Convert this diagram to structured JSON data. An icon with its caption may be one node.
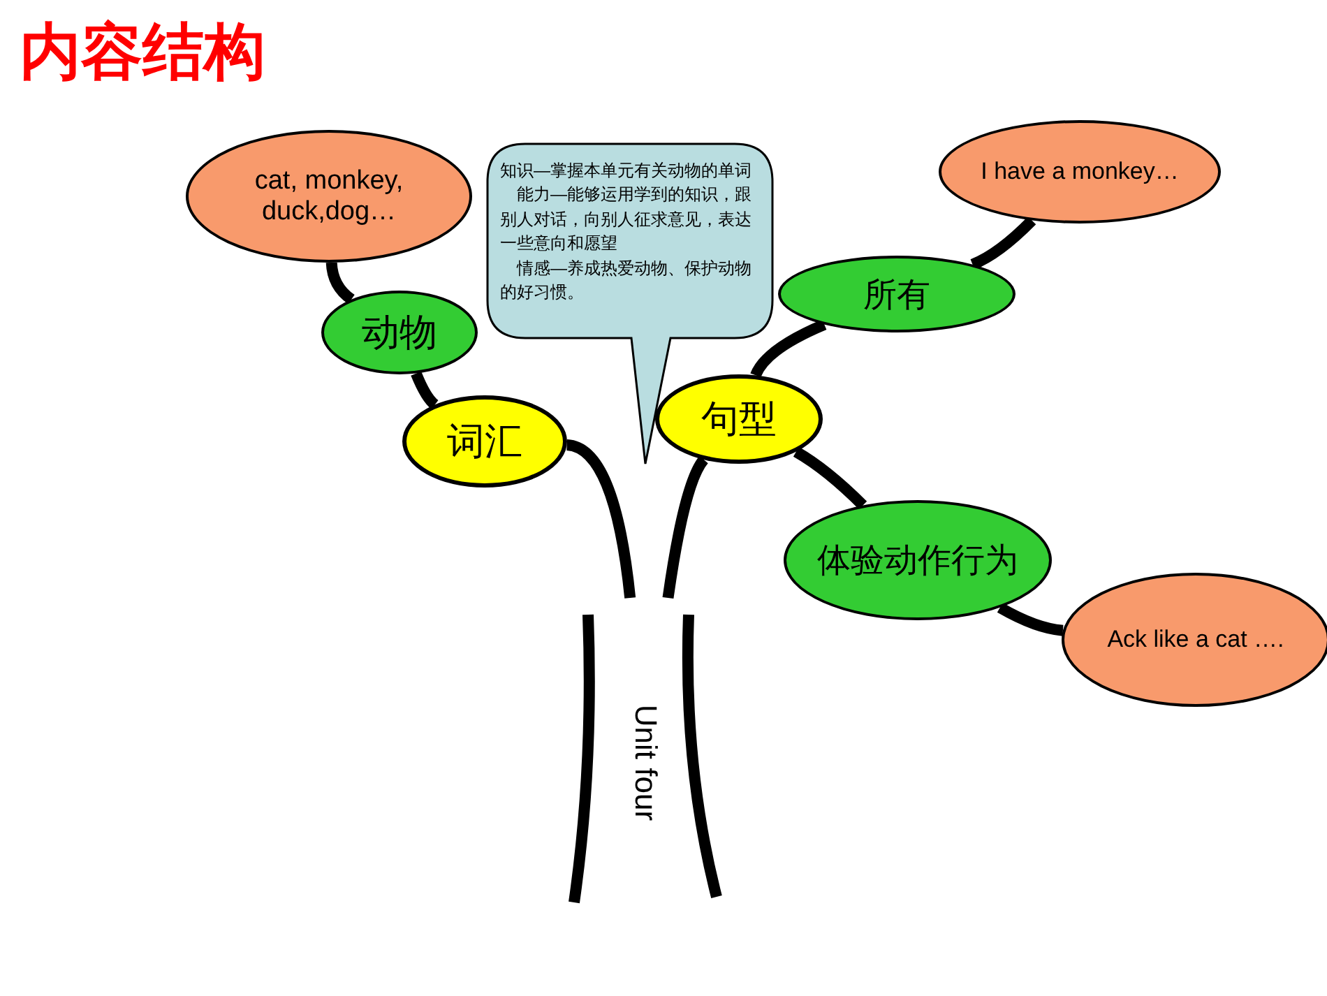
{
  "diagram": {
    "title": "内容结构",
    "nodes": [
      {
        "text": [
          "cat, monkey, duck,dog…"
        ]
      },
      {
        "text": [
          "动物"
        ]
      },
      {
        "text": [
          "词汇"
        ]
      },
      {
        "text": [
          "Unit four"
        ]
      },
      {
        "text": [
          "句型"
        ]
      },
      {
        "text": [
          "所有"
        ]
      },
      {
        "text": [
          "I have a monkey…"
        ]
      },
      {
        "text": [
          "体验动作行为"
        ]
      },
      {
        "text": [
          "Ack like a cat …."
        ]
      },
      {
        "text": [
          "知识—掌握本单元有关动物的单词",
          "能力—能够运用学到的知识，跟别人对话，向别人征求意见，表达一些意向和愿望",
          "情感—养成热爱动物、保护动物的好习惯。"
        ]
      }
    ],
    "edges": [
      {
        "from": 0,
        "to": 1,
        "arrow": "none"
      },
      {
        "from": 1,
        "to": 2,
        "arrow": "none"
      },
      {
        "from": 2,
        "to": 3,
        "arrow": "none"
      },
      {
        "from": 4,
        "to": 3,
        "arrow": "none"
      },
      {
        "from": 4,
        "to": 5,
        "arrow": "none"
      },
      {
        "from": 5,
        "to": 6,
        "arrow": "none"
      },
      {
        "from": 4,
        "to": 7,
        "arrow": "none"
      },
      {
        "from": 7,
        "to": 8,
        "arrow": "none"
      }
    ]
  }
}
